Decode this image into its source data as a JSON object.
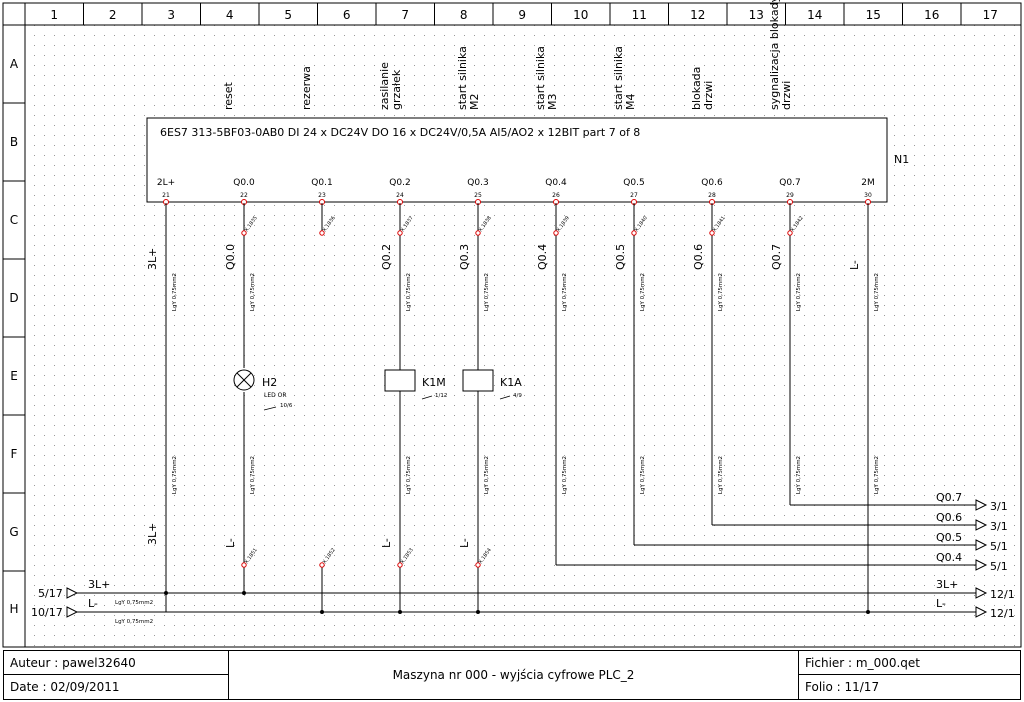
{
  "grid": {
    "columns": [
      "1",
      "2",
      "3",
      "4",
      "5",
      "6",
      "7",
      "8",
      "9",
      "10",
      "11",
      "12",
      "13",
      "14",
      "15",
      "16",
      "17"
    ],
    "rows": [
      "A",
      "B",
      "C",
      "D",
      "E",
      "F",
      "G",
      "H"
    ]
  },
  "plc": {
    "header": "6ES7 313-5BF03-0AB0    DI 24 x DC24V  DO 16 x DC24V/0,5A   AI5/AO2 x 12BIT   part 7 of 8",
    "tag": "N1",
    "terminals": [
      {
        "name": "2L+",
        "num": "21",
        "label": "reset"
      },
      {
        "name": "Q0.0",
        "num": "22",
        "label": "rezerwa"
      },
      {
        "name": "Q0.1",
        "num": "23",
        "label": "zasilanie grzałek"
      },
      {
        "name": "Q0.2",
        "num": "24",
        "label": "start silnika M2"
      },
      {
        "name": "Q0.3",
        "num": "25",
        "label": "start silnika M3"
      },
      {
        "name": "Q0.4",
        "num": "26",
        "label": "start silnika M4"
      },
      {
        "name": "Q0.5",
        "num": "27",
        "label": "blokada drzwi"
      },
      {
        "name": "Q0.6",
        "num": "28",
        "label": "sygnalizacja blokady drzwi"
      },
      {
        "name": "Q0.7",
        "num": "29",
        "label": ""
      },
      {
        "name": "2M",
        "num": "30",
        "label": ""
      }
    ]
  },
  "wires": {
    "wire_labels": [
      "3L+",
      "Q0.0",
      "",
      "Q0.2",
      "Q0.3",
      "Q0.4",
      "Q0.5",
      "Q0.6",
      "Q0.7",
      "L-"
    ],
    "cable": "LgY 0,75mm2",
    "top_markers": [
      "",
      "X.1835",
      "X.1836",
      "X.1837",
      "X.1838",
      "X.1839",
      "X.1840",
      "X.1841",
      "X.1842",
      ""
    ],
    "bottom_labels": [
      "3L+",
      "L-",
      "",
      "L-",
      "L-"
    ],
    "bottom_markers": [
      "",
      "X.1851",
      "X.1852",
      "X.1853",
      "X.1854"
    ]
  },
  "devices": [
    {
      "tag": "H2",
      "sub": "LED OR",
      "ref": "10/6"
    },
    {
      "tag": "K1M",
      "sub": "",
      "ref": "1/12"
    },
    {
      "tag": "K1A",
      "sub": "",
      "ref": "4/9"
    }
  ],
  "outputs": [
    {
      "label": "Q0.7",
      "ref": "3/1"
    },
    {
      "label": "Q0.6",
      "ref": "3/1"
    },
    {
      "label": "Q0.5",
      "ref": "5/1"
    },
    {
      "label": "Q0.4",
      "ref": "5/1"
    }
  ],
  "buses": [
    {
      "label": "3L+",
      "left_ref": "5/17",
      "right_label": "3L+",
      "right_ref": "12/1",
      "cable": "LgY 0,75mm2"
    },
    {
      "label": "L-",
      "left_ref": "10/17",
      "right_label": "L-",
      "right_ref": "12/1",
      "cable": "LgY 0,75mm2"
    }
  ],
  "title_block": {
    "author": "Auteur : pawel32640",
    "date": "Date : 02/09/2011",
    "title": "Maszyna nr 000 - wyjścia cyfrowe PLC_2",
    "file": "Fichier : m_000.qet",
    "folio": "Folio : 11/17"
  }
}
